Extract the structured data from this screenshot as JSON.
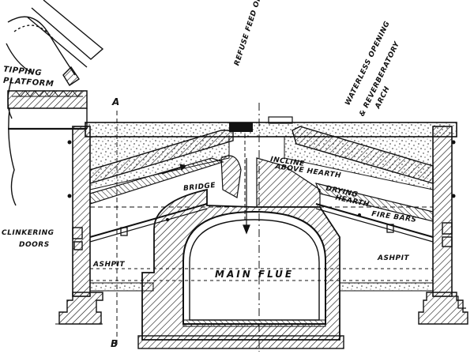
{
  "labels": {
    "tipping_platform_1": "TIPPING",
    "tipping_platform_2": "PLATFORM",
    "refuse_feed_opening": "REFUSE FEED OPENING",
    "waterless_opening_1": "WATERLESS OPENING",
    "waterless_opening_2": "& REVERBERATORY",
    "waterless_opening_3": "ARCH",
    "section_a_top": "A",
    "section_b_bottom": "B",
    "incline_1": "INCLINE",
    "incline_2": "ABOVE HEARTH",
    "bridge": "BRIDGE",
    "drying_hearth_1": "DRYING",
    "drying_hearth_2": "HEARTH",
    "fire_bars": "FIRE BARS",
    "clinkering_1": "CLINKERING",
    "clinkering_2": "DOORS",
    "ashpit_left": "ASHPIT",
    "ashpit_right": "ASHPIT",
    "main_flue": "MAIN FLUE"
  },
  "colors": {
    "ink": "#111111",
    "paper": "#ffffff"
  }
}
